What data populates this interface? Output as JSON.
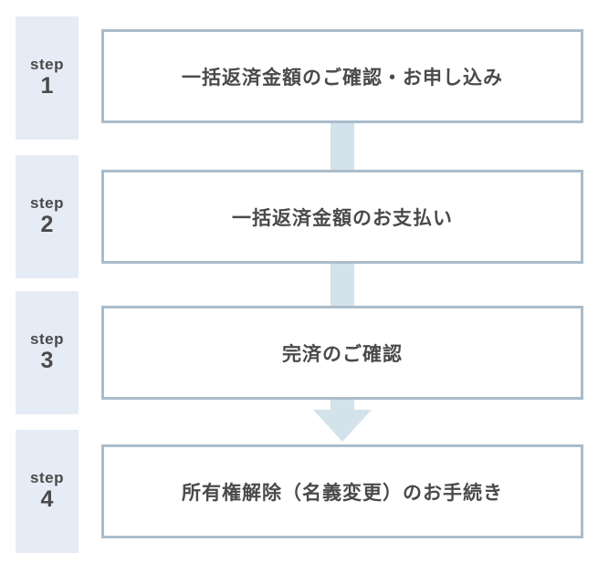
{
  "colors": {
    "page_bg": "#ffffff",
    "step_label_bg": "#e6ecf5",
    "box_bg": "#ffffff",
    "box_border": "#aabccb",
    "connector": "#d4e2ec",
    "text": "#4a4a4a"
  },
  "flow": {
    "steps": [
      {
        "label": "step",
        "number": "1",
        "text": "一括返済金額のご確認・お申し込み"
      },
      {
        "label": "step",
        "number": "2",
        "text": "一括返済金額のお支払い"
      },
      {
        "label": "step",
        "number": "3",
        "text": "完済のご確認"
      },
      {
        "label": "step",
        "number": "4",
        "text": "所有権解除（名義変更）のお手続き"
      }
    ],
    "connectors": [
      {
        "from": "1",
        "to": "2",
        "type": "bar"
      },
      {
        "from": "2",
        "to": "3",
        "type": "bar"
      },
      {
        "from": "3",
        "to": "4",
        "type": "arrow"
      }
    ]
  }
}
